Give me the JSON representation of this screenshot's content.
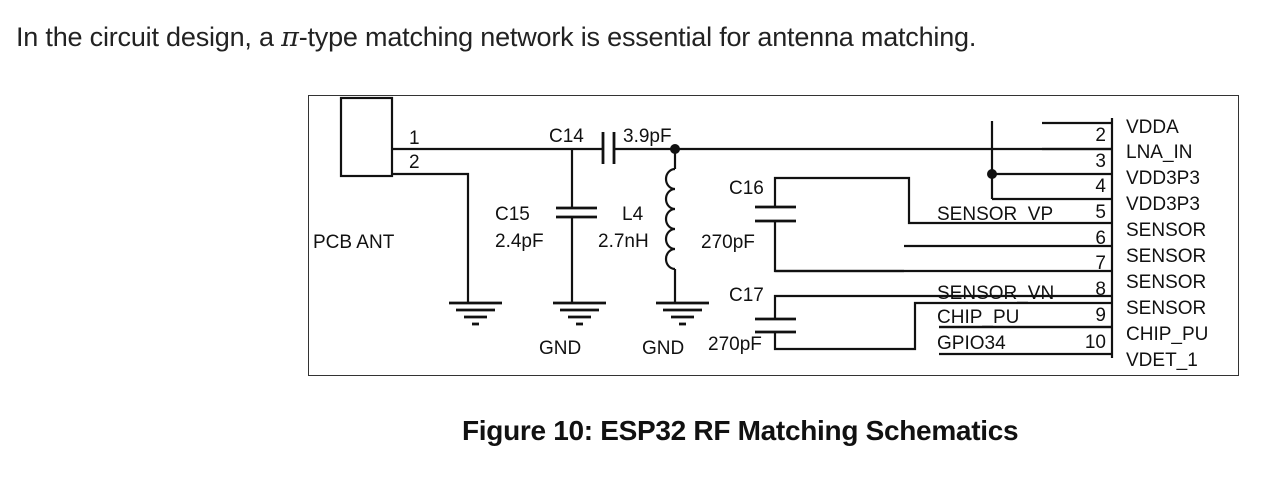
{
  "intro": {
    "before_pi": "In the circuit design, a ",
    "pi_symbol": "π",
    "after_pi": "-type matching network is essential for antenna matching."
  },
  "schematic": {
    "antenna": {
      "label": "PCB ANT",
      "pin1": "1",
      "pin2": "2"
    },
    "c14": {
      "ref": "C14",
      "value": "3.9pF"
    },
    "c15": {
      "ref": "C15",
      "value": "2.4pF"
    },
    "l4": {
      "ref": "L4",
      "value": "2.7nH"
    },
    "c16": {
      "ref": "C16",
      "value": "270pF"
    },
    "c17": {
      "ref": "C17",
      "value": "270pF"
    },
    "gnd_labels": [
      "GND",
      "GND"
    ],
    "net_labels": [
      "SENSOR_VP",
      "SENSOR_VN",
      "CHIP_PU",
      "GPIO34"
    ],
    "pin_numbers": [
      "2",
      "3",
      "4",
      "5",
      "6",
      "7",
      "8",
      "9",
      "10"
    ],
    "chip_pin_names": [
      "VDDA",
      "LNA_IN",
      "VDD3P3",
      "VDD3P3",
      "SENSOR",
      "SENSOR",
      "SENSOR",
      "SENSOR",
      "CHIP_PU",
      "VDET_1"
    ]
  },
  "caption": "Figure 10: ESP32 RF Matching Schematics"
}
